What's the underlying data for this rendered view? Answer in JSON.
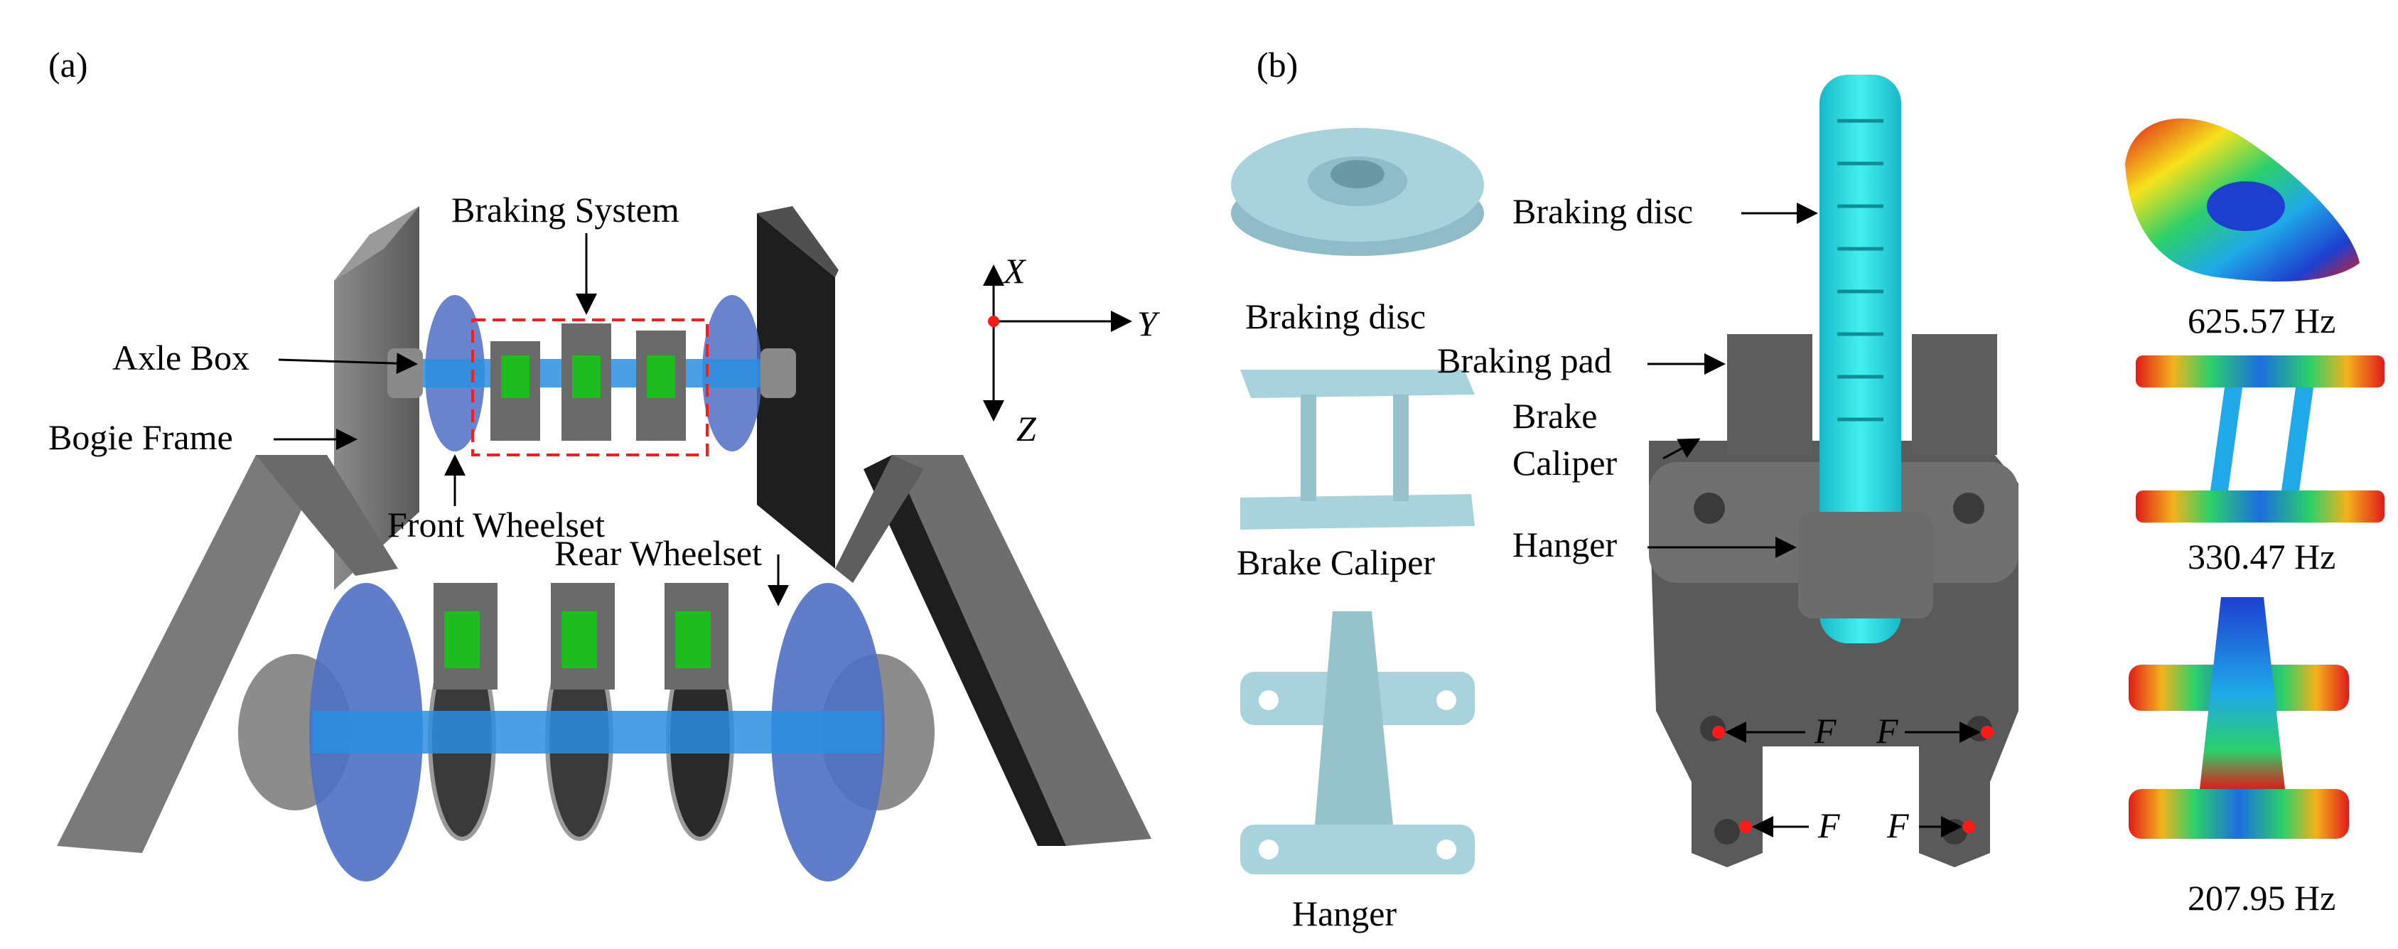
{
  "panel_a": {
    "panel_label": "(a)",
    "labels": {
      "braking_system": "Braking System",
      "axle_box": "Axle Box",
      "bogie_frame": "Bogie Frame",
      "front_wheelset": "Front Wheelset",
      "rear_wheelset": "Rear Wheelset"
    },
    "axes": {
      "x": "X",
      "y": "Y",
      "z": "Z"
    }
  },
  "panel_b": {
    "panel_label": "(b)",
    "parts": {
      "braking_disc": "Braking disc",
      "brake_caliper": "Brake Caliper",
      "hanger": "Hanger"
    },
    "assembly_labels": {
      "braking_disc": "Braking disc",
      "braking_pad": "Braking pad",
      "brake_line1": "Brake",
      "brake_line2": "Caliper",
      "hanger": "Hanger"
    },
    "force_label": "F",
    "modes": [
      {
        "freq": "625.57 Hz"
      },
      {
        "freq": "330.47 Hz"
      },
      {
        "freq": "207.95 Hz"
      }
    ]
  },
  "colors": {
    "frame_gray": "#6e6e6e",
    "frame_dark": "#1e1e1e",
    "wheel_blue": "#4f6fc4",
    "axle_blue": "#2b8fe0",
    "pad_green": "#1dbb1d",
    "part_lightblue": "#a9d3dc",
    "disc_cyan": "#2ad9d9",
    "caliper_gray": "#5a5a5a",
    "force_red": "#ff1a1a"
  }
}
